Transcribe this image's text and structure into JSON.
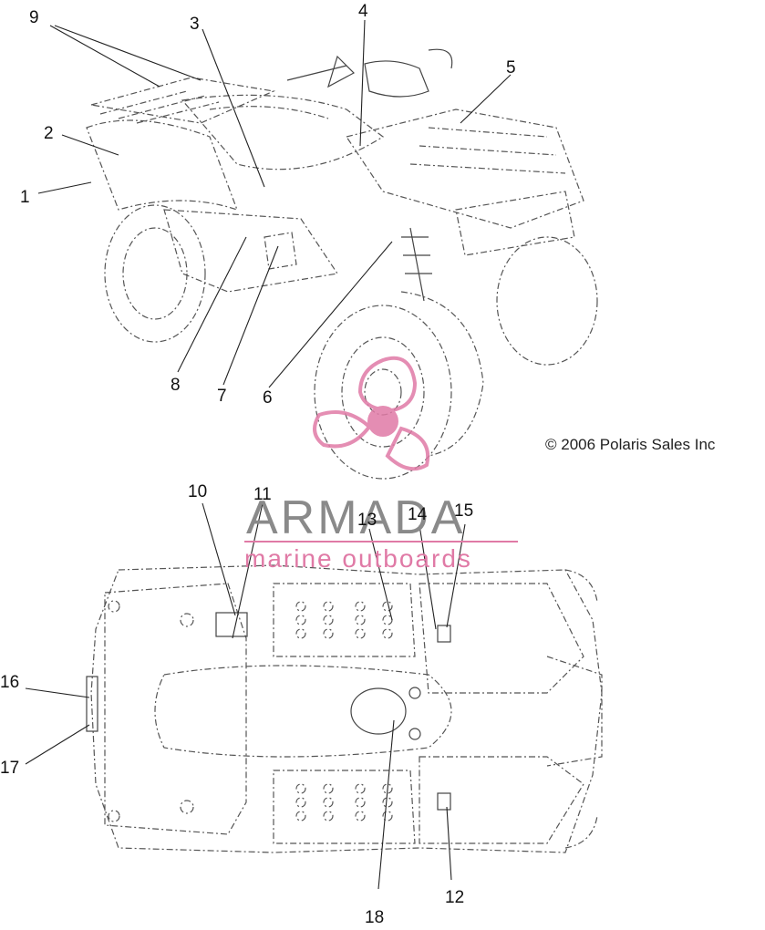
{
  "copyright": "© 2006 Polaris Sales Inc",
  "watermark": {
    "brand": "ARMADA",
    "tagline": "marine outboards",
    "brand_color": "#8a8a8a",
    "logo_color": "#e07aa6"
  },
  "callouts": [
    "1",
    "2",
    "3",
    "4",
    "5",
    "6",
    "7",
    "8",
    "9",
    "10",
    "11",
    "12",
    "13",
    "14",
    "15",
    "16",
    "17",
    "18"
  ]
}
